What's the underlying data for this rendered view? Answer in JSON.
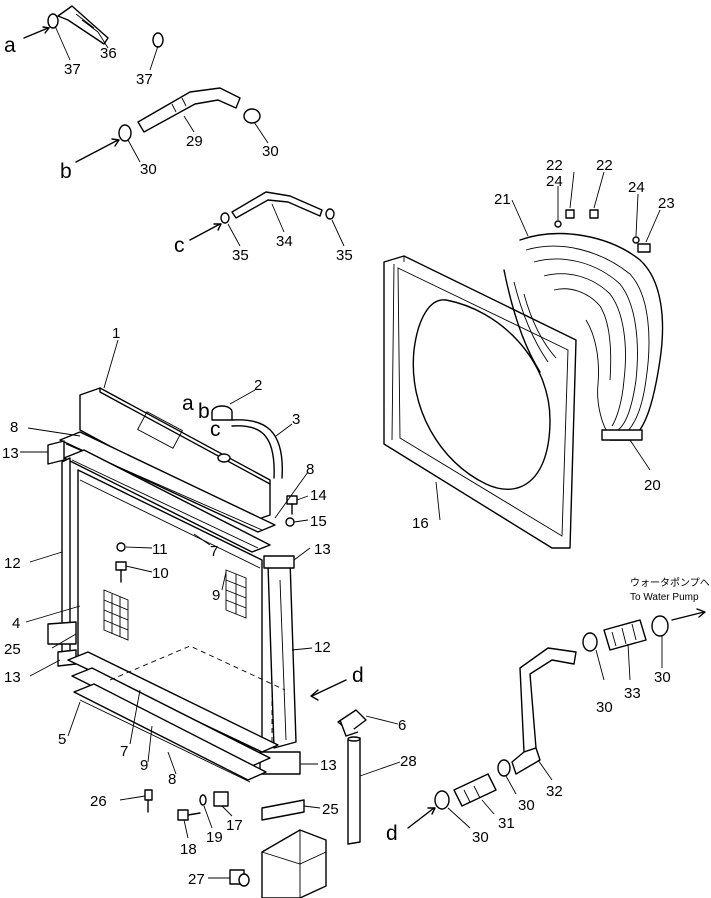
{
  "callouts": {
    "c1": "1",
    "c2": "2",
    "c3": "3",
    "c4": "4",
    "c5": "5",
    "c6": "6",
    "c7": "7",
    "c8": "8",
    "c9": "9",
    "c10": "10",
    "c11": "11",
    "c12": "12",
    "c13": "13",
    "c14": "14",
    "c15": "15",
    "c16": "16",
    "c17": "17",
    "c18": "18",
    "c19": "19",
    "c20": "20",
    "c21": "21",
    "c22": "22",
    "c23": "23",
    "c24": "24",
    "c25": "25",
    "c26": "26",
    "c27": "27",
    "c28": "28",
    "c29": "29",
    "c30": "30",
    "c31": "31",
    "c32": "32",
    "c33": "33",
    "c34": "34",
    "c35": "35",
    "c36": "36",
    "c37": "37"
  },
  "connection_letters": {
    "a": "a",
    "b": "b",
    "c": "c",
    "d": "d"
  },
  "note": {
    "japanese": "ウォータポンプへ",
    "english": "To Water Pump"
  }
}
